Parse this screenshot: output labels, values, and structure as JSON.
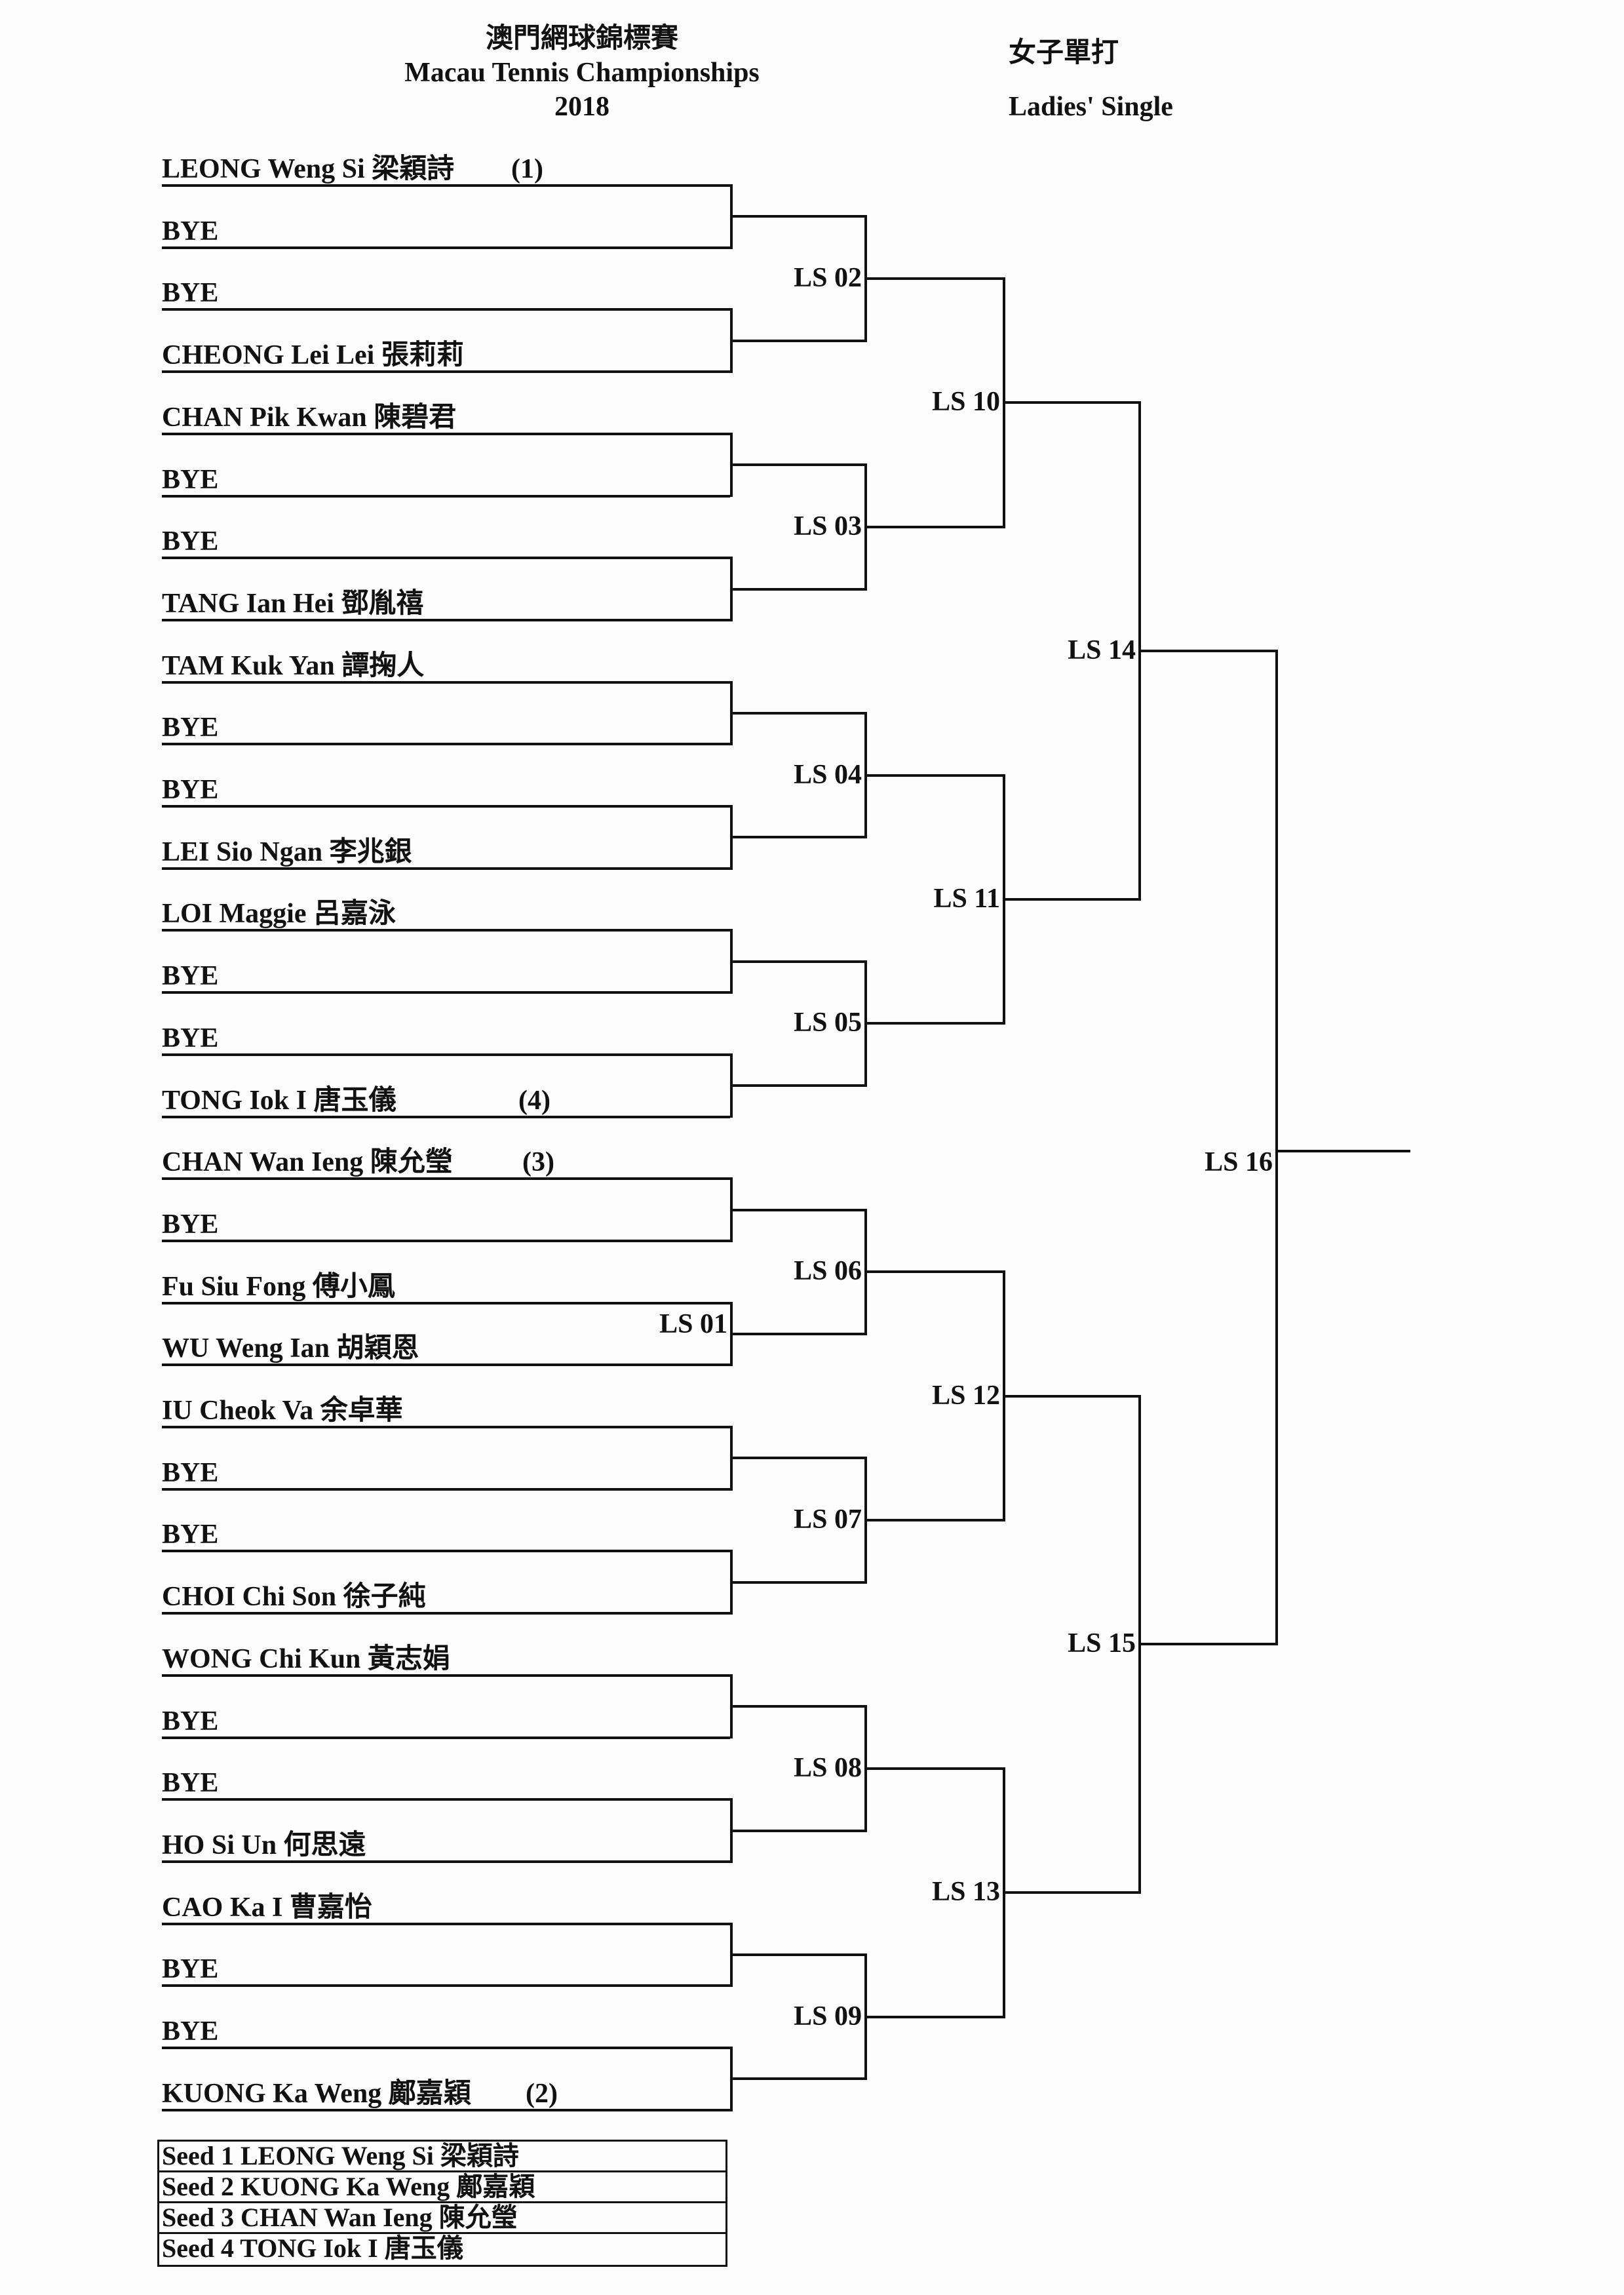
{
  "header": {
    "title_zh": "澳門網球錦標賽",
    "title_en": "Macau Tennis Championships",
    "year": "2018",
    "event_zh": "女子單打",
    "event_en": "Ladies' Single"
  },
  "players": [
    {
      "name": "LEONG Weng Si 梁穎詩",
      "seed": "(1)"
    },
    {
      "name": "BYE"
    },
    {
      "name": "BYE"
    },
    {
      "name": "CHEONG Lei Lei 張莉莉"
    },
    {
      "name": "CHAN Pik Kwan 陳碧君"
    },
    {
      "name": "BYE"
    },
    {
      "name": "BYE"
    },
    {
      "name": "TANG Ian Hei 鄧胤禧"
    },
    {
      "name": "TAM Kuk Yan 譚掬人"
    },
    {
      "name": "BYE"
    },
    {
      "name": "BYE"
    },
    {
      "name": "LEI Sio Ngan 李兆銀"
    },
    {
      "name": "LOI Maggie 呂嘉泳"
    },
    {
      "name": "BYE"
    },
    {
      "name": "BYE"
    },
    {
      "name": "TONG Iok I 唐玉儀",
      "seed": "(4)"
    },
    {
      "name": "CHAN Wan Ieng 陳允瑩",
      "seed": "(3)"
    },
    {
      "name": "BYE"
    },
    {
      "name": "Fu Siu Fong 傅小鳳"
    },
    {
      "name": "WU Weng Ian 胡穎恩"
    },
    {
      "name": "IU Cheok Va 余卓華"
    },
    {
      "name": "BYE"
    },
    {
      "name": "BYE"
    },
    {
      "name": "CHOI Chi Son 徐子純"
    },
    {
      "name": "WONG Chi Kun 黃志娟"
    },
    {
      "name": "BYE"
    },
    {
      "name": "BYE"
    },
    {
      "name": "HO Si Un 何思遠"
    },
    {
      "name": "CAO Ka I 曹嘉怡"
    },
    {
      "name": "BYE"
    },
    {
      "name": "BYE"
    },
    {
      "name": "KUONG Ka Weng 鄺嘉穎",
      "seed": "(2)"
    }
  ],
  "matches": {
    "round1_special": {
      "pair": 9,
      "label": "LS 01"
    },
    "round2": [
      "LS 02",
      "LS 03",
      "LS 04",
      "LS 05",
      "LS 06",
      "LS 07",
      "LS 08",
      "LS 09"
    ],
    "round3": [
      "LS 10",
      "LS 11",
      "LS 12",
      "LS 13"
    ],
    "round4": [
      "LS 14",
      "LS 15"
    ],
    "final": [
      "LS 16"
    ]
  },
  "seeds": [
    "Seed  1  LEONG Weng Si 梁穎詩",
    "Seed  2  KUONG Ka Weng 鄺嘉穎",
    "Seed  3  CHAN Wan Ieng 陳允瑩",
    "Seed  4  TONG Iok I 唐玉儀"
  ]
}
